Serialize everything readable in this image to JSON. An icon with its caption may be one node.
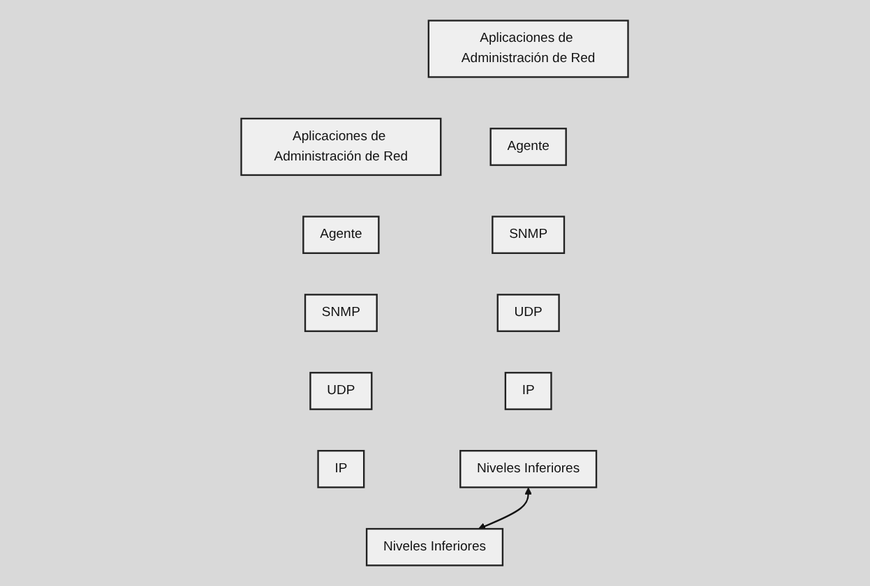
{
  "diagram": {
    "nodes": [
      {
        "text": [
          "Aplicaciones de Administración de Red"
        ]
      },
      {
        "text": [
          "Agente"
        ]
      },
      {
        "text": [
          "SNMP"
        ]
      },
      {
        "text": [
          "UDP"
        ]
      },
      {
        "text": [
          "IP"
        ]
      },
      {
        "text": [
          "Niveles Inferiores"
        ]
      },
      {
        "text": [
          "Aplicaciones de Administración de Red"
        ]
      },
      {
        "text": [
          "Agente"
        ]
      },
      {
        "text": [
          "SNMP"
        ]
      },
      {
        "text": [
          "UDP"
        ]
      },
      {
        "text": [
          "IP"
        ]
      },
      {
        "text": [
          "Niveles Inferiores"
        ]
      }
    ],
    "edges": [
      {
        "from": 5,
        "to": 11,
        "arrow": "both"
      }
    ]
  }
}
